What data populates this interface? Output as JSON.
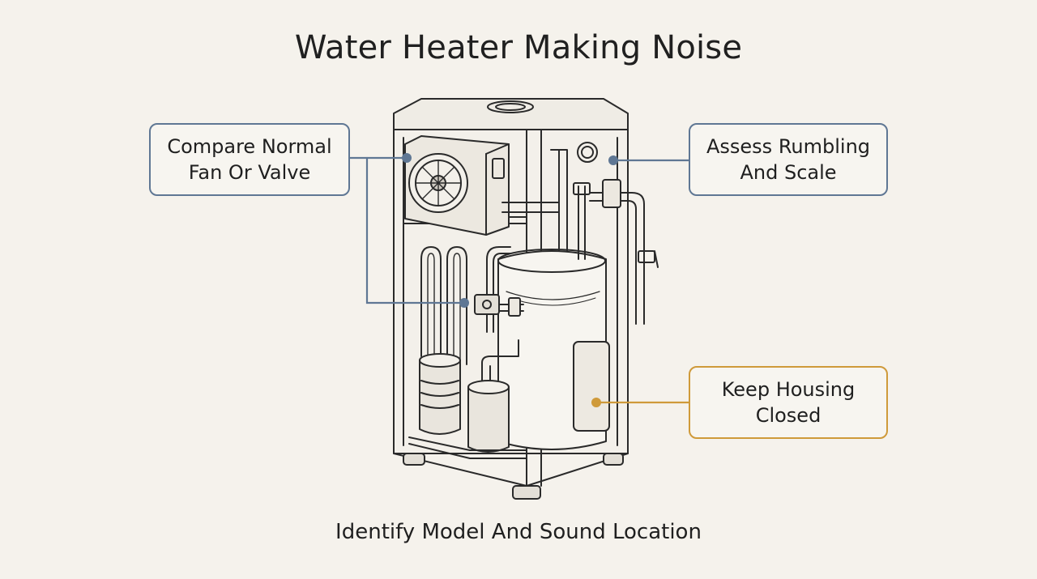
{
  "title": "Water Heater Making Noise",
  "footer": "Identify Model And Sound Location",
  "callouts": {
    "fan_valve": "Compare Normal\nFan Or Valve",
    "rumbling": "Assess Rumbling\nAnd Scale",
    "housing": "Keep Housing\nClosed"
  },
  "colors": {
    "blue": "#5f7794",
    "orange": "#cf9a3a",
    "ink": "#2a2a2a",
    "background": "#f5f2ec"
  }
}
